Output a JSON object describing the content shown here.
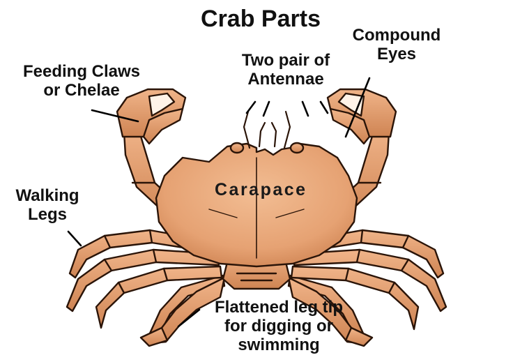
{
  "diagram": {
    "title": "Crab Parts",
    "labels": {
      "feeding_claws": [
        "Feeding Claws",
        "or Chelae"
      ],
      "antennae": [
        "Two pair of",
        "Antennae"
      ],
      "compound_eyes": [
        "Compound",
        "Eyes"
      ],
      "walking_legs": [
        "Walking",
        "Legs"
      ],
      "carapace": "Carapace",
      "flattened_leg_tip": [
        "Flattened leg tip",
        "for digging or",
        "swimming"
      ]
    }
  },
  "colors": {
    "shell": "#e9a877",
    "shell_dark": "#c7774a",
    "outline": "#2a1408",
    "leader_line": "#000000",
    "text": "#111111"
  }
}
